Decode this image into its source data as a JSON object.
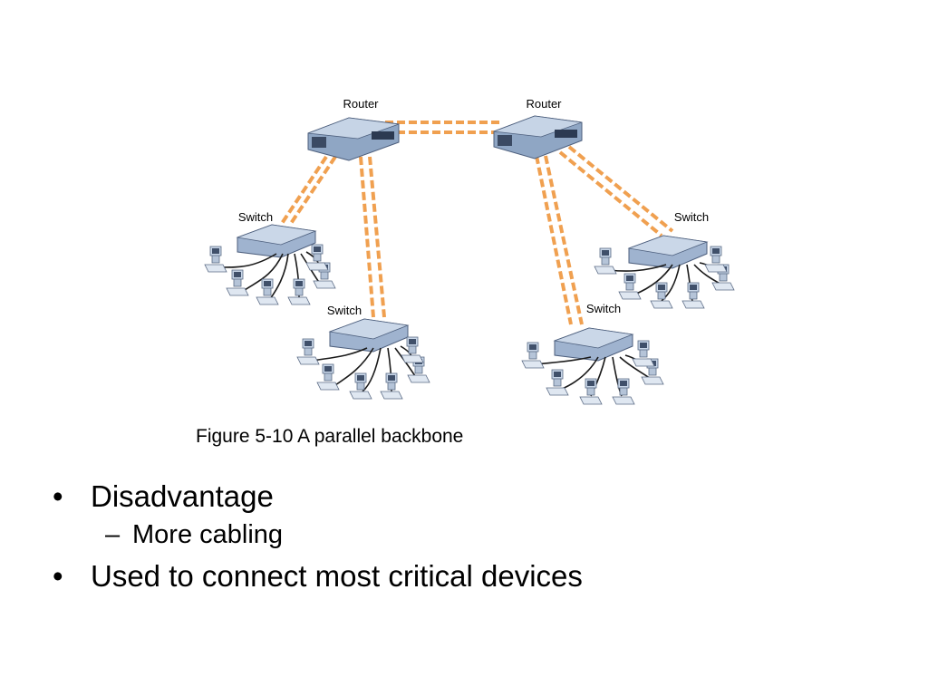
{
  "diagram": {
    "routers": [
      {
        "id": "r1",
        "label": "Router"
      },
      {
        "id": "r2",
        "label": "Router"
      }
    ],
    "switches": [
      {
        "id": "s1",
        "label": "Switch",
        "router": "r1"
      },
      {
        "id": "s2",
        "label": "Switch",
        "router": "r1"
      },
      {
        "id": "s3",
        "label": "Switch",
        "router": "r2"
      },
      {
        "id": "s4",
        "label": "Switch",
        "router": "r2"
      }
    ],
    "computers_per_switch": 6,
    "link_style": "parallel dashed cables",
    "colors": {
      "cable": "#f0a050",
      "cable_dark": "#e07020",
      "device": "#a9bcd6",
      "device_dark": "#6e83a3",
      "wire": "#1a1a1a"
    }
  },
  "caption": "Figure 5-10 A parallel backbone",
  "bullets": [
    {
      "text": "Disadvantage",
      "sub": [
        "More cabling"
      ]
    },
    {
      "text": "Used to connect most critical devices",
      "sub": []
    }
  ]
}
